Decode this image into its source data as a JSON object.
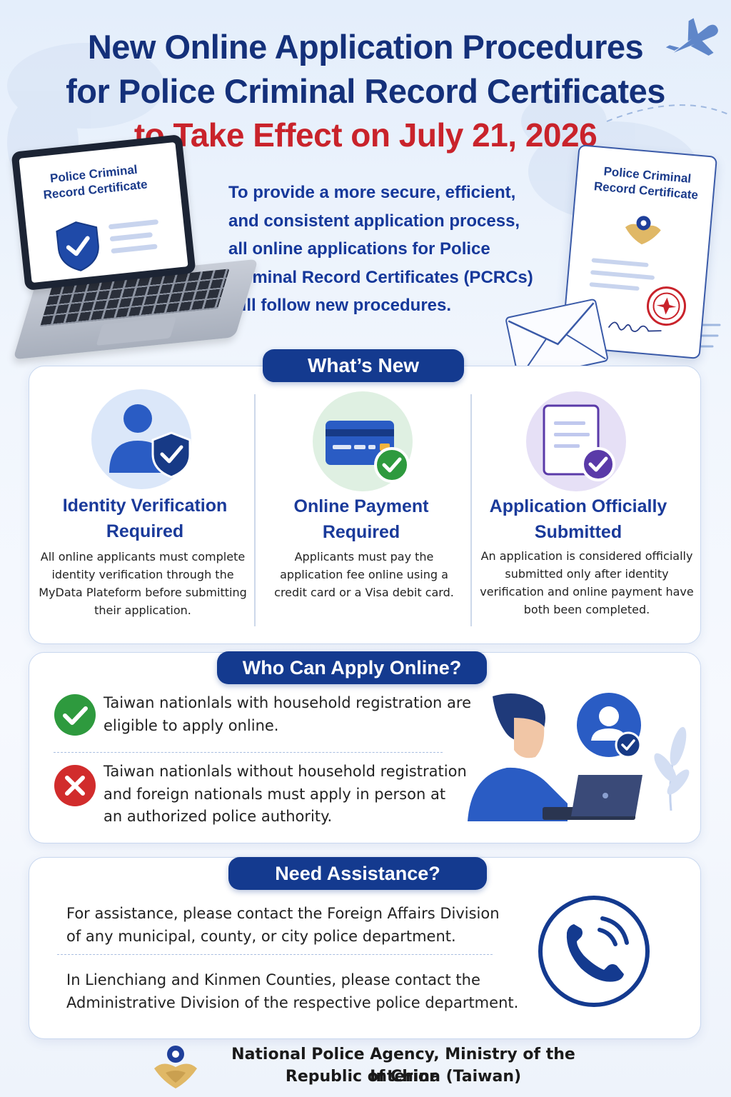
{
  "header": {
    "title_line1": "New Online Application Procedures",
    "title_line2": "for Police Criminal Record Certificates",
    "title_line3": "to Take Effect on July 21, 2026",
    "intro": "To provide a more secure, efficient, and consistent application process, all online applications for Police Criminal Record Certificates (PCRCs) will follow new procedures."
  },
  "illustrations": {
    "laptop_label": "Police Criminal Record Certificate",
    "certificate_label": "Police Criminal Record Certificate"
  },
  "whats_new": {
    "heading": "What’s New",
    "items": [
      {
        "title": "Identity Verification Required",
        "description": "All online applicants must complete identity verification through the MyData Plateform before submitting their application.",
        "icon": "user-shield-icon"
      },
      {
        "title": "Online Payment Required",
        "description": "Applicants must pay the application fee online using a credit card or a Visa debit card.",
        "icon": "credit-card-check-icon"
      },
      {
        "title": "Application Officially Submitted",
        "description": "An application is considered officially submitted only after identity verification and online payment have both been completed.",
        "icon": "document-check-icon"
      }
    ]
  },
  "who_can_apply": {
    "heading": "Who Can Apply Online?",
    "eligible": "Taiwan nationlals with household registration are eligible to apply online.",
    "not_eligible": "Taiwan nationlals without household registration and foreign nationals must apply in person at an authorized police authority."
  },
  "assistance": {
    "heading": "Need Assistance?",
    "line1": "For assistance, please contact the Foreign Affairs Division of any municipal, county, or city police department.",
    "line2": "In Lienchiang and Kinmen Counties, please contact the Administrative Division of the respective police department."
  },
  "footer": {
    "line1": "National Police Agency, Ministry of the Interior",
    "line2": "Republic of China (Taiwan)"
  },
  "colors": {
    "navy": "#143a8f",
    "title_blue": "#14307a",
    "accent_red": "#c9232b",
    "success_green": "#2e9a3e",
    "error_red": "#d12c2c",
    "purple": "#5a3aa8"
  }
}
